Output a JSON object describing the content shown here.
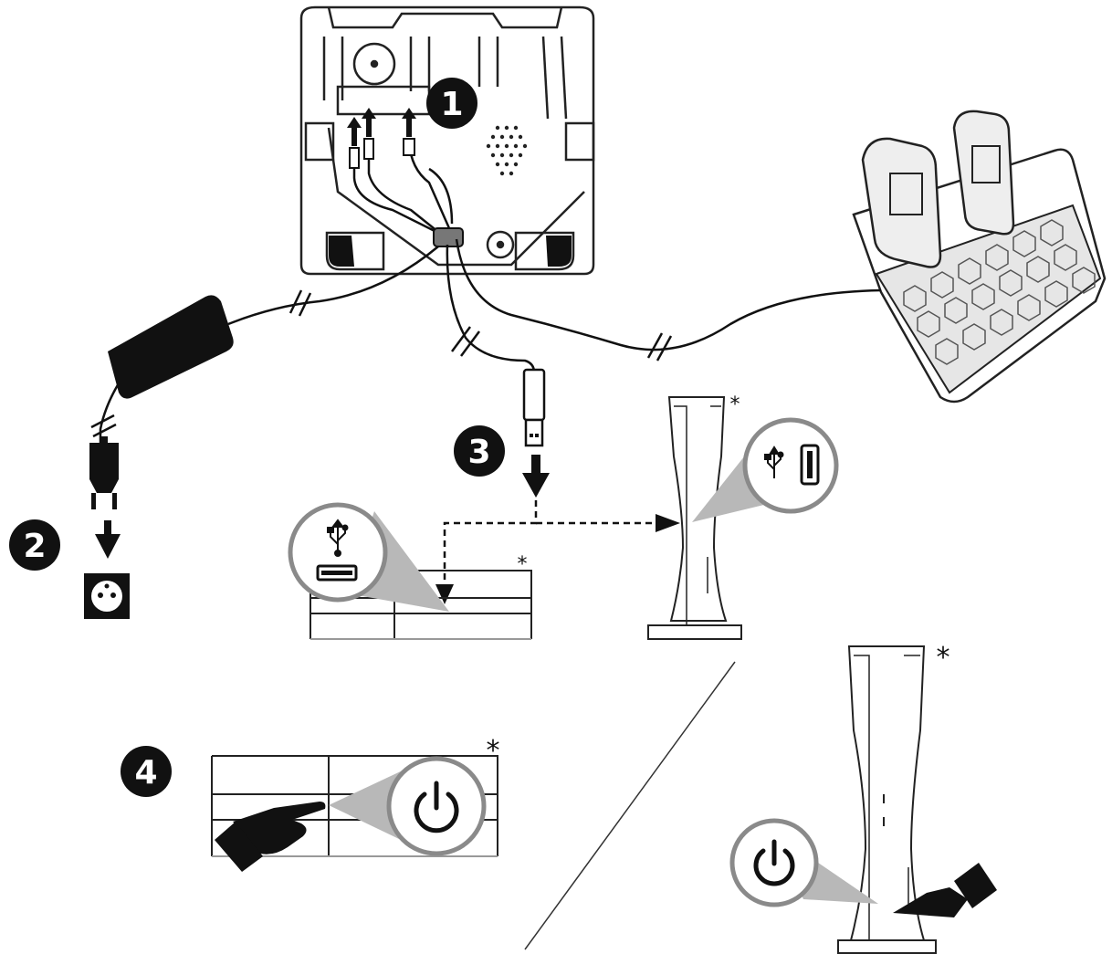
{
  "steps": {
    "one": "1",
    "two": "2",
    "three": "3",
    "four": "4"
  },
  "marks": {
    "asterisk": "*"
  },
  "icons": {
    "usb": "usb-icon",
    "power": "power-icon",
    "outlet": "wall-outlet-icon",
    "plug": "power-plug-icon",
    "hand": "pointing-hand-icon",
    "arrow": "arrow-icon"
  },
  "colors": {
    "ink": "#111111",
    "fill_gray": "#b8b8b8",
    "callout_ring": "#8a8a8a",
    "paper": "#ffffff"
  }
}
